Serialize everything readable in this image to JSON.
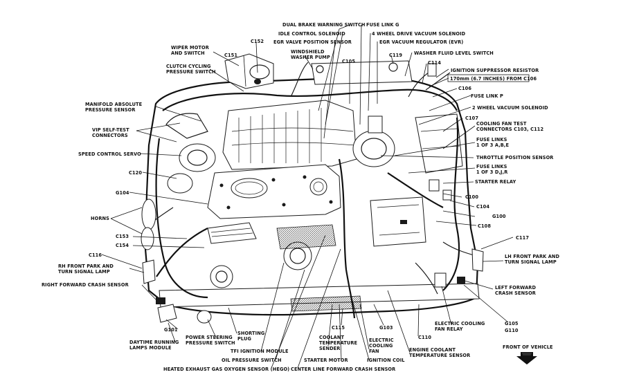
{
  "labels": {
    "dual_brake_warning_switch": "DUAL BRAKE WARNING SWITCH",
    "fuse_link_g": "FUSE LINK G",
    "idle_control_solenoid": "IDLE CONTROL SOLENOID",
    "four_wd_vacuum_solenoid": "4 WHEEL DRIVE VACUUM SOLENOID",
    "c152": "C152",
    "egr_valve_position_sensor": "EGR VALVE POSITION SENSOR",
    "egr_vacuum_regulator": "EGR VACUUM REGULATOR (EVR)",
    "wiper_motor_1": "WIPER MOTOR",
    "wiper_motor_2": "AND SWITCH",
    "windshield_washer_pump_1": "WINDSHIELD",
    "windshield_washer_pump_2": "WASHER PUMP",
    "c119": "C119",
    "washer_fluid_level_switch": "WASHER FLUID LEVEL SWITCH",
    "c151": "C151",
    "c105": "C105",
    "c114": "C114",
    "clutch_cycling_1": "CLUTCH CYCLING",
    "clutch_cycling_2": "PRESSURE SWITCH",
    "ignition_suppressor_resistor": "IGNITION SUPPRESSOR RESISTOR",
    "suppressor_distance": "170mm (6.7 INCHES) FROM C106",
    "c106": "C106",
    "fuse_link_p": "FUSE LINK P",
    "map_sensor_1": "MANIFOLD ABSOLUTE",
    "map_sensor_2": "PRESSURE SENSOR",
    "two_wd_vacuum_solenoid": "2 WHEEL VACUUM SOLENOID",
    "c107": "C107",
    "cooling_fan_test_1": "COOLING FAN TEST",
    "cooling_fan_test_2": "CONNECTORS C103, C112",
    "vip_self_test_1": "VIP SELF-TEST",
    "vip_self_test_2": "CONNECTORS",
    "fuse_links_abe_1": "FUSE LINKS",
    "fuse_links_abe_2": "1 OF 3 A,B,E",
    "speed_control_servo": "SPEED CONTROL SERVO",
    "throttle_position_sensor": "THROTTLE POSITION SENSOR",
    "fuse_links_djr_1": "FUSE LINKS",
    "fuse_links_djr_2": "1 OF 3 D,J,R",
    "c120": "C120",
    "starter_relay": "STARTER RELAY",
    "g104": "G104",
    "c100": "C100",
    "c104": "C104",
    "horns": "HORNS",
    "g100": "G100",
    "c108": "C108",
    "c153": "C153",
    "c154": "C154",
    "c117": "C117",
    "c116": "C116",
    "lh_front_park_1": "LH FRONT PARK AND",
    "lh_front_park_2": "TURN SIGNAL LAMP",
    "rh_front_park_1": "RH FRONT PARK AND",
    "rh_front_park_2": "TURN SIGNAL LAMP",
    "right_forward_crash_sensor": "RIGHT FORWARD CRASH SENSOR",
    "left_forward_crash_1": "LEFT FORWARD",
    "left_forward_crash_2": "CRASH SENSOR",
    "g101": "G101",
    "c110": "C110",
    "electric_cooling_fan_relay_1": "ELECTRIC COOLING",
    "electric_cooling_fan_relay_2": "FAN RELAY",
    "g105": "G105",
    "g110": "G110",
    "c115": "C115",
    "g103": "G103",
    "drl_module_1": "DAYTIME RUNNING",
    "drl_module_2": "LAMPS MODULE",
    "power_steering_1": "POWER STEERING",
    "power_steering_2": "PRESSURE SWITCH",
    "shorting_plug_1": "SHORTING",
    "shorting_plug_2": "PLUG",
    "coolant_temp_sender_1": "COOLANT",
    "coolant_temp_sender_2": "TEMPERATURE",
    "coolant_temp_sender_3": "SENDER",
    "electric_cooling_fan_1": "ELECTRIC",
    "electric_cooling_fan_2": "COOLING",
    "electric_cooling_fan_3": "FAN",
    "engine_coolant_temp_1": "ENGINE COOLANT",
    "engine_coolant_temp_2": "TEMPERATURE SENSOR",
    "front_of_vehicle": "FRONT OF VEHICLE",
    "tfi_ignition_module": "TFI IGNITION MODULE",
    "oil_pressure_switch": "OIL PRESSURE SWITCH",
    "starter_motor": "STARTER MOTOR",
    "ignition_coil": "IGNITION COIL",
    "hego": "HEATED EXHAUST GAS OXYGEN SENSOR (HEGO)",
    "center_line_crash_sensor": "CENTER LINE FORWARD CRASH SENSOR"
  }
}
